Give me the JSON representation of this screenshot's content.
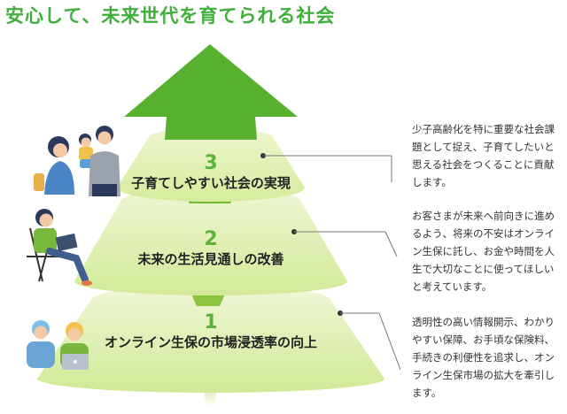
{
  "title": "安心して、未来世代を育てられる社会",
  "tiers": [
    {
      "number": "3",
      "label": "子育てしやすい社会の実現",
      "description": "少子高齢化を特に重要な社会課題として捉え、子育てしたいと思える社会をつくることに貢献します。"
    },
    {
      "number": "2",
      "label": "未来の生活見通しの改善",
      "description": "お客さまが未来へ前向きに進めるよう、将来の不安はオンライン生保に託し、お金や時間を人生で大切なことに使ってほしいと考えています。"
    },
    {
      "number": "1",
      "label": "オンライン生保の市場浸透率の向上",
      "description": "透明性の高い情報開示、わかりやすい保障、お手頃な保険料、手続きの利便性を追求し、オンライン生保市場の拡大を牽引します。"
    }
  ],
  "colors": {
    "title": "#3fae3a",
    "arrow": "#58b12e",
    "number": "#5cb33a"
  },
  "icons": [
    "family-illustration",
    "person-with-laptop-illustration",
    "two-people-with-laptop-illustration"
  ]
}
